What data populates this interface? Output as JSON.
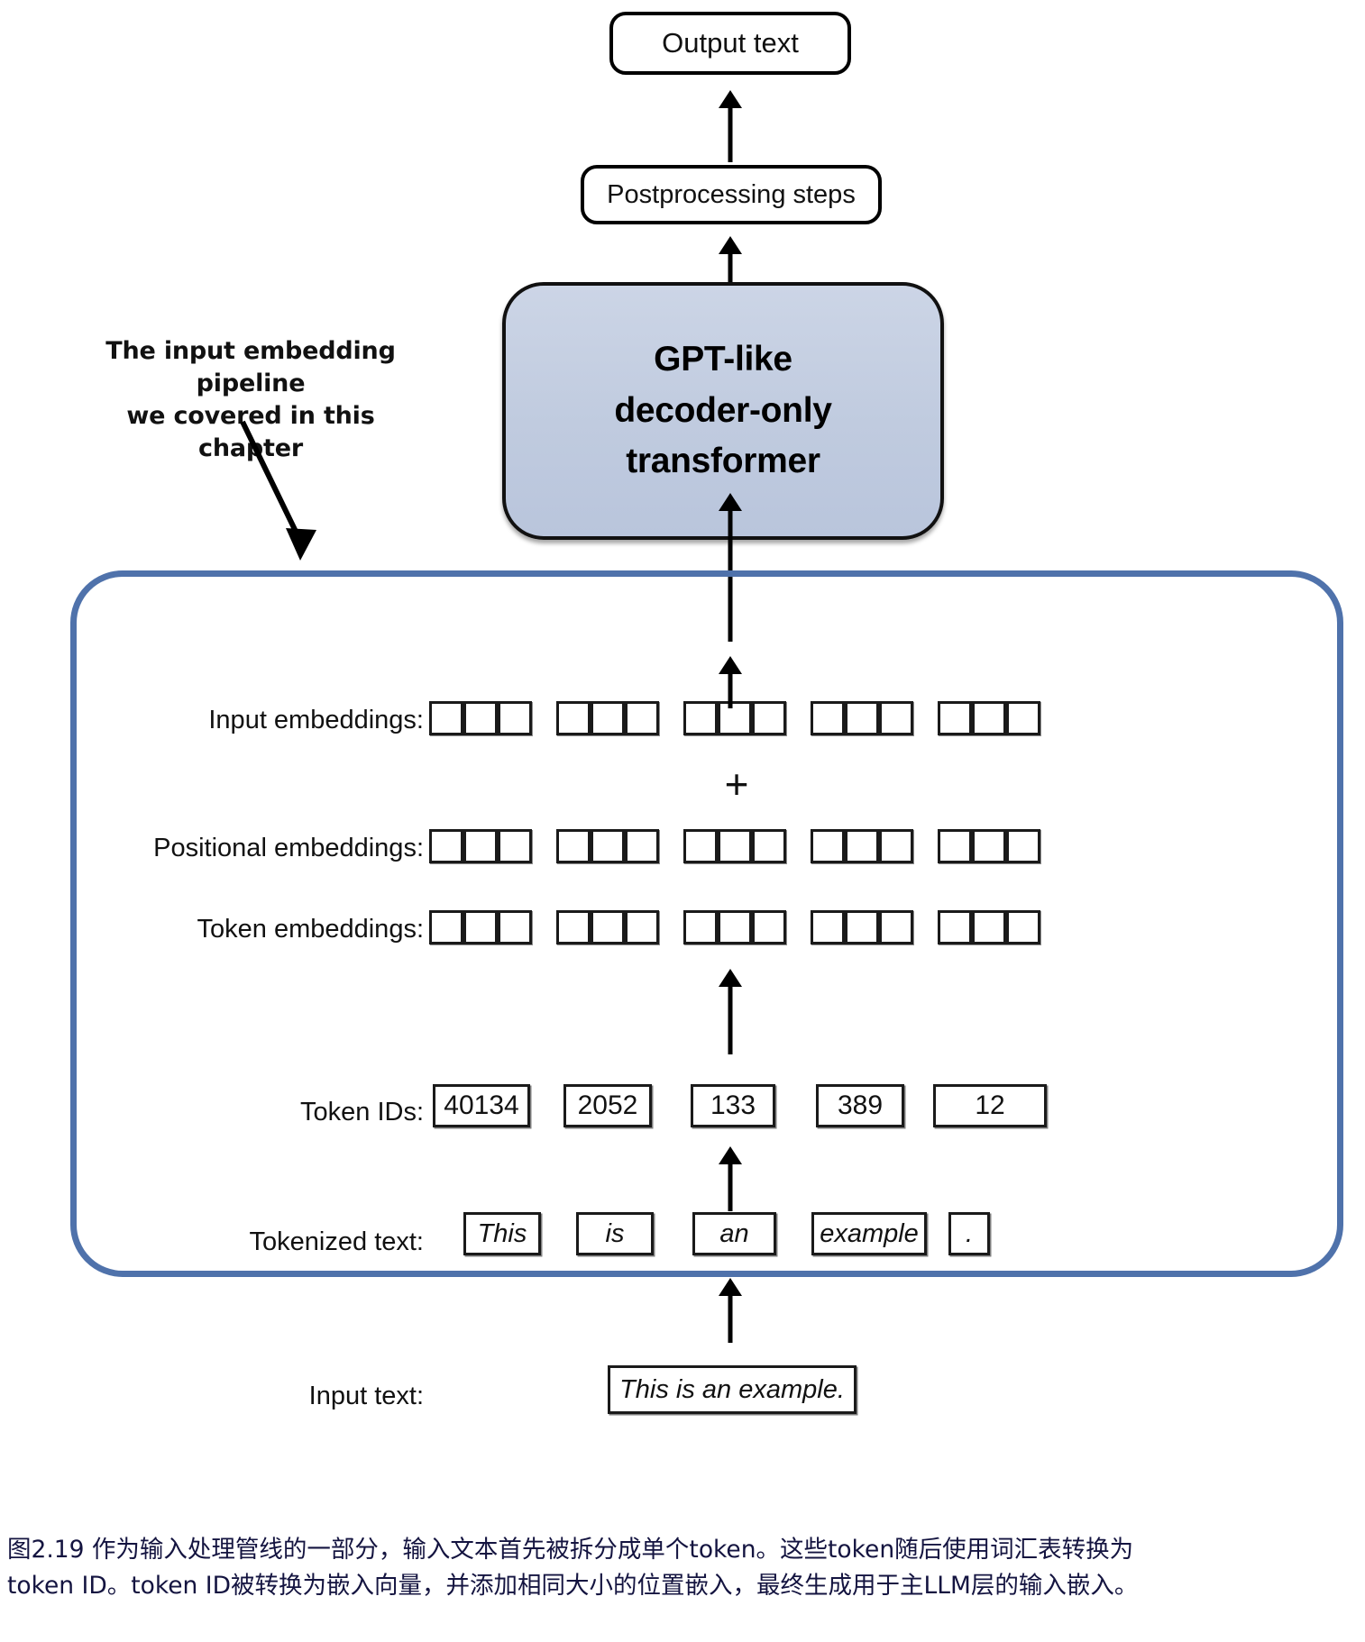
{
  "figure": {
    "output_text": "Output text",
    "postprocessing": "Postprocessing steps",
    "transformer": "GPT-like\ndecoder-only\ntransformer",
    "transformer_line1": "GPT-like",
    "transformer_line2": "decoder-only",
    "transformer_line3": "transformer",
    "annotation_line1": "The input embedding pipeline",
    "annotation_line2": "we covered in this chapter",
    "plus_symbol": "+"
  },
  "rows": {
    "input_embeddings_label": "Input embeddings:",
    "positional_embeddings_label": "Positional embeddings:",
    "token_embeddings_label": "Token embeddings:",
    "token_ids_label": "Token IDs:",
    "tokenized_text_label": "Tokenized text:",
    "input_text_label": "Input text:"
  },
  "token_ids": [
    "40134",
    "2052",
    "133",
    "389",
    "12"
  ],
  "tokens": [
    "This",
    "is",
    "an",
    "example",
    "."
  ],
  "input_text": "This is an example.",
  "embedding_cells_per_group": 3,
  "embedding_groups": 5,
  "colors": {
    "container_border": "#4f72ab",
    "transformer_fill": "#c3cee0",
    "transformer_border": "#111111",
    "caption_text": "#141440",
    "box_border": "#1a1a1a"
  },
  "caption": {
    "line1": "图2.19 作为输入处理管线的一部分，输入文本首先被拆分成单个token。这些token随后使用词汇表转换为",
    "line2": "token ID。token ID被转换为嵌入向量，并添加相同大小的位置嵌入，最终生成用于主LLM层的输入嵌入。"
  }
}
